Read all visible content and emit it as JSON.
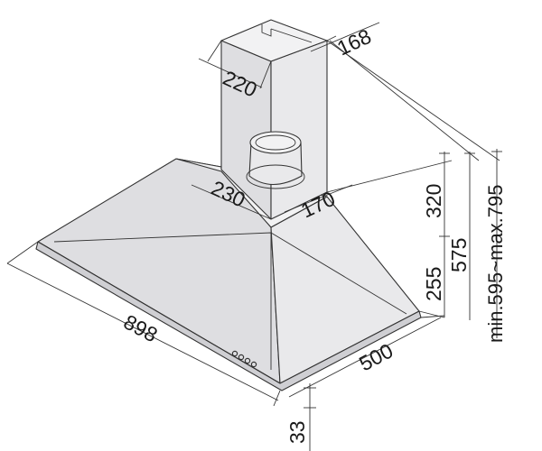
{
  "dimensions": {
    "chimney_width": "220",
    "chimney_depth": "168",
    "outlet_width": "230",
    "outlet_depth": "170",
    "hood_width": "898",
    "hood_depth": "500",
    "canopy_height": "255",
    "chimney_height": "320",
    "total_height": "575",
    "height_range": "min.595~max.795",
    "edge_thickness": "33"
  }
}
